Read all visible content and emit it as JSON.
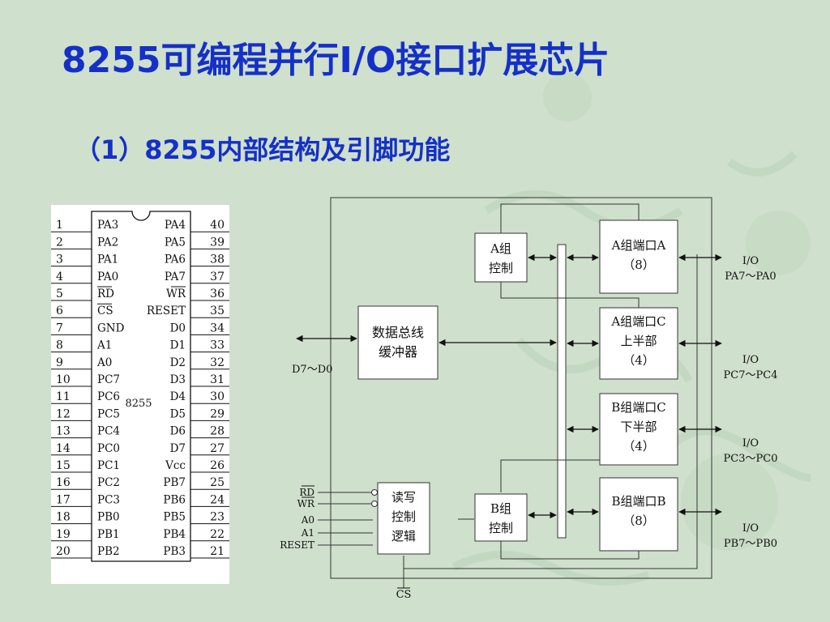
{
  "title": "8255可编程并行I/O接口扩展芯片",
  "subtitle": "（1）8255内部结构及引脚功能",
  "pinout": {
    "chip_label": "8255",
    "left_pins": [
      {
        "num": "1",
        "name": "PA3"
      },
      {
        "num": "2",
        "name": "PA2"
      },
      {
        "num": "3",
        "name": "PA1"
      },
      {
        "num": "4",
        "name": "PA0"
      },
      {
        "num": "5",
        "name": "RD",
        "overbar": true
      },
      {
        "num": "6",
        "name": "CS",
        "overbar": true
      },
      {
        "num": "7",
        "name": "GND"
      },
      {
        "num": "8",
        "name": "A1"
      },
      {
        "num": "9",
        "name": "A0"
      },
      {
        "num": "10",
        "name": "PC7"
      },
      {
        "num": "11",
        "name": "PC6"
      },
      {
        "num": "12",
        "name": "PC5"
      },
      {
        "num": "13",
        "name": "PC4"
      },
      {
        "num": "14",
        "name": "PC0"
      },
      {
        "num": "15",
        "name": "PC1"
      },
      {
        "num": "16",
        "name": "PC2"
      },
      {
        "num": "17",
        "name": "PC3"
      },
      {
        "num": "18",
        "name": "PB0"
      },
      {
        "num": "19",
        "name": "PB1"
      },
      {
        "num": "20",
        "name": "PB2"
      }
    ],
    "right_pins": [
      {
        "num": "40",
        "name": "PA4"
      },
      {
        "num": "39",
        "name": "PA5"
      },
      {
        "num": "38",
        "name": "PA6"
      },
      {
        "num": "37",
        "name": "PA7"
      },
      {
        "num": "36",
        "name": "WR",
        "overbar": true
      },
      {
        "num": "35",
        "name": "RESET"
      },
      {
        "num": "34",
        "name": "D0"
      },
      {
        "num": "33",
        "name": "D1"
      },
      {
        "num": "32",
        "name": "D2"
      },
      {
        "num": "31",
        "name": "D3"
      },
      {
        "num": "30",
        "name": "D4"
      },
      {
        "num": "29",
        "name": "D5"
      },
      {
        "num": "28",
        "name": "D6"
      },
      {
        "num": "27",
        "name": "D7"
      },
      {
        "num": "26",
        "name": "Vcc"
      },
      {
        "num": "25",
        "name": "PB7"
      },
      {
        "num": "24",
        "name": "PB6"
      },
      {
        "num": "23",
        "name": "PB5"
      },
      {
        "num": "22",
        "name": "PB4"
      },
      {
        "num": "21",
        "name": "PB3"
      }
    ]
  },
  "block": {
    "data_bus_buffer": [
      "数据总线",
      "缓冲器"
    ],
    "group_a_control": [
      "A组",
      "控制"
    ],
    "group_b_control": [
      "B组",
      "控制"
    ],
    "rw_logic": [
      "读写",
      "控制",
      "逻辑"
    ],
    "port_a": [
      "A组端口A",
      "（8）"
    ],
    "port_c_upper": [
      "A组端口C",
      "上半部",
      "（4）"
    ],
    "port_c_lower": [
      "B组端口C",
      "下半部",
      "（4）"
    ],
    "port_b": [
      "B组端口B",
      "（8）"
    ],
    "data_bus_label": "D7～D0",
    "io_labels": [
      [
        "I/O",
        "PA7～PA0"
      ],
      [
        "I/O",
        "PC7～PC4"
      ],
      [
        "I/O",
        "PC3～PC0"
      ],
      [
        "I/O",
        "PB7～PB0"
      ]
    ],
    "control_inputs": [
      {
        "name": "RD",
        "overbar": true
      },
      {
        "name": "WR",
        "overbar": true
      },
      {
        "name": "A0"
      },
      {
        "name": "A1"
      },
      {
        "name": "RESET"
      }
    ],
    "cs_label": "CS"
  },
  "colors": {
    "background": "#cfe0cc",
    "title": "#1530c8"
  }
}
